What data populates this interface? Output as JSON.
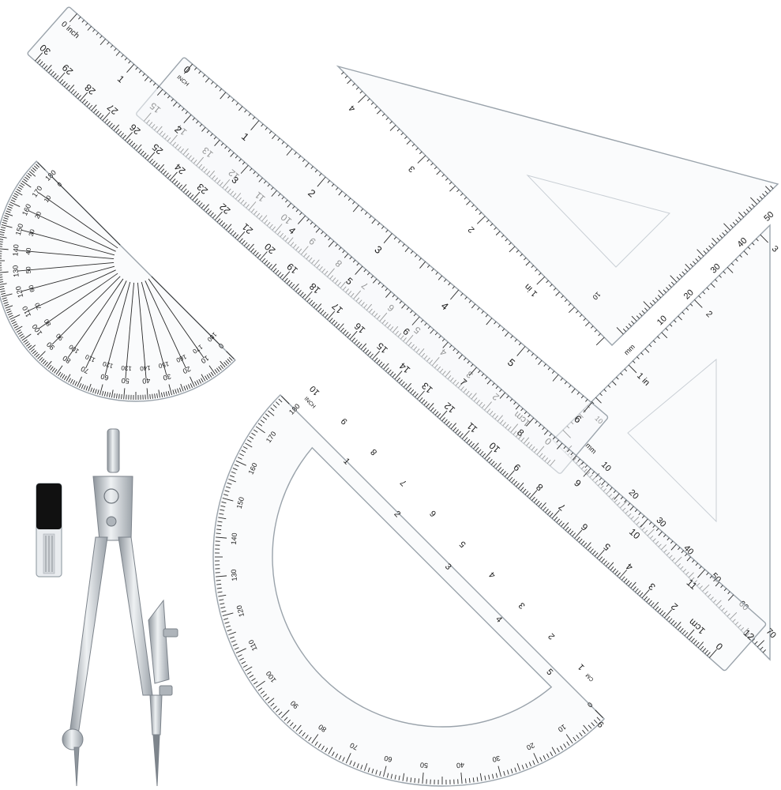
{
  "rulers": {
    "long_ruler": {
      "inch_label": "0 inch",
      "inch_numbers": [
        "1",
        "2",
        "3",
        "4",
        "5",
        "6",
        "7",
        "8",
        "9",
        "10",
        "11",
        "12"
      ],
      "cm_numbers": [
        "30",
        "29",
        "28",
        "27",
        "26",
        "25",
        "24",
        "23",
        "22",
        "21",
        "20",
        "19",
        "18",
        "17",
        "16",
        "15",
        "14",
        "13",
        "12",
        "11",
        "10",
        "9",
        "8",
        "7",
        "6",
        "5",
        "4",
        "3",
        "2",
        "1cm",
        "0"
      ]
    },
    "short_ruler": {
      "zero_label": "0",
      "inch_label": "INCH",
      "inch_numbers": [
        "1",
        "2",
        "3",
        "4",
        "5",
        "6"
      ],
      "cm_numbers": [
        "15",
        "14",
        "13",
        "12",
        "11",
        "10",
        "9",
        "8",
        "7",
        "6",
        "5",
        "4",
        "3",
        "2",
        "1cm",
        "0"
      ]
    }
  },
  "triangles": {
    "upper": {
      "inch_numbers": [
        "4",
        "3",
        "2",
        "1 in"
      ],
      "mm_label": "mm",
      "mm_numbers": [
        "10",
        "10",
        "20",
        "30",
        "40",
        "50"
      ]
    },
    "right": {
      "inch_numbers": [
        "3",
        "2",
        "1 in"
      ],
      "mm_label": "mm",
      "mm_numbers": [
        "10",
        "10",
        "20",
        "30",
        "40",
        "50",
        "60",
        "70"
      ]
    }
  },
  "protractors": {
    "small": {
      "outer_numbers": [
        "180",
        "170",
        "160",
        "150",
        "140",
        "130",
        "120",
        "110",
        "100",
        "90",
        "80",
        "70",
        "60",
        "50",
        "40",
        "30",
        "20",
        "10",
        "0"
      ],
      "inner_numbers": [
        "0",
        "10",
        "20",
        "30",
        "40",
        "50",
        "60",
        "70",
        "80",
        "90",
        "100",
        "110",
        "120",
        "130",
        "140",
        "150",
        "160",
        "170",
        "180"
      ]
    },
    "large": {
      "ruler_inch_label": "INCH",
      "ruler_inch_numbers": [
        "1",
        "2",
        "3",
        "4",
        "5",
        "6"
      ],
      "ruler_cm_label": "CM",
      "ruler_cm_numbers": [
        "10",
        "9",
        "8",
        "7",
        "6",
        "5",
        "4",
        "3",
        "2",
        "1"
      ],
      "scale_numbers": [
        "180",
        "170",
        "160",
        "150",
        "140",
        "130",
        "120",
        "110",
        "100",
        "90",
        "80",
        "70",
        "60",
        "50",
        "40",
        "30",
        "20",
        "10",
        "0"
      ]
    }
  },
  "colors": {
    "plastic": "#f6f8fa",
    "edge": "#9aa3ab",
    "ink": "#1a1a1a",
    "metal": "#c6cbd0",
    "lead_cap": "#111111"
  }
}
